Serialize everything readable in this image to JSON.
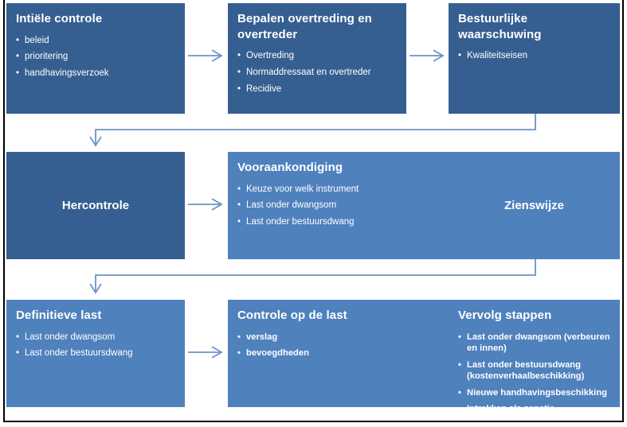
{
  "bullet": "•",
  "colors": {
    "dark_box": "#365F91",
    "light_box": "#4F81BD",
    "connector": "#6D93C5",
    "text": "#FFFFFF",
    "frame": "#000000",
    "background": "#FFFFFF"
  },
  "boxes": {
    "initiele_controle": {
      "title": "Intiële controle",
      "bullets": [
        "beleid",
        "prioritering",
        "handhavingsverzoek"
      ]
    },
    "bepalen": {
      "title": "Bepalen overtreding en overtreder",
      "bullets": [
        "Overtreding",
        "Normaddressaat en overtreder",
        "Recidive"
      ]
    },
    "waarschuwing": {
      "title": "Bestuurlijke waarschuwing",
      "bullets": [
        "Kwaliteitseisen"
      ]
    },
    "hercontrole": {
      "title": "Hercontrole"
    },
    "vooraankondiging": {
      "title": "Vooraankondiging",
      "bullets": [
        "Keuze voor welk instrument",
        "Last onder dwangsom",
        "Last onder bestuursdwang"
      ]
    },
    "zienswijze": {
      "title": "Zienswijze"
    },
    "definitieve_last": {
      "title": "Definitieve last",
      "bullets": [
        "Last onder dwangsom",
        "Last onder bestuursdwang"
      ]
    },
    "controle_last": {
      "title": "Controle op de last",
      "bullets": [
        "verslag",
        "bevoegdheden"
      ]
    },
    "vervolg_stappen": {
      "title": "Vervolg stappen",
      "bullets": [
        "Last onder dwangsom (verbeuren en innen)",
        "Last onder bestuursdwang (kostenverhaalbeschikking)",
        "Nieuwe handhavingsbeschikking",
        "Intrekken als sanctie"
      ]
    }
  }
}
